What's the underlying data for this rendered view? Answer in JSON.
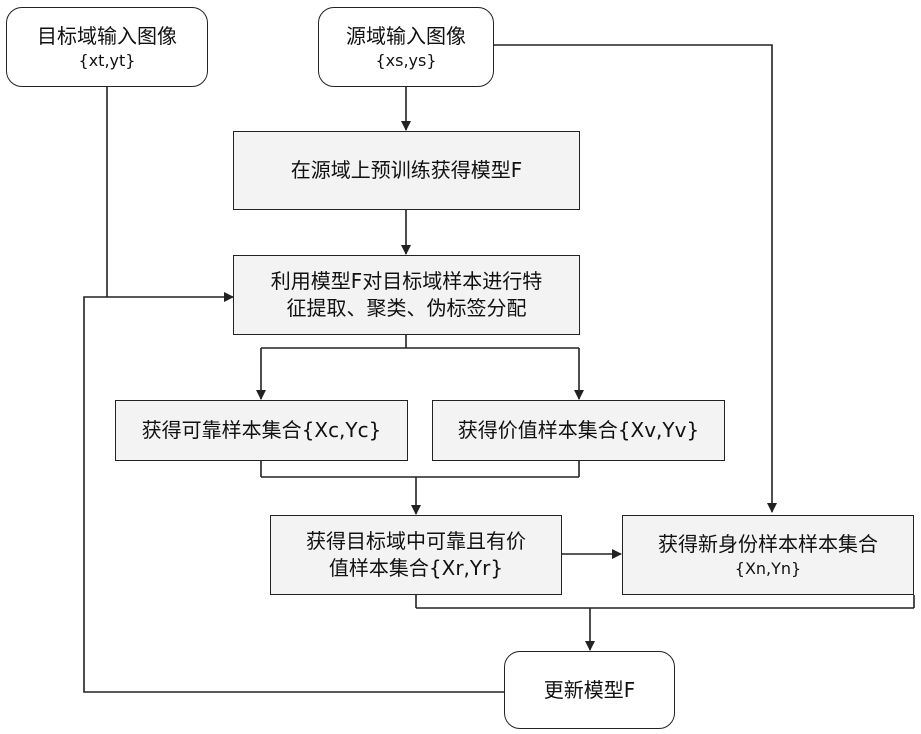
{
  "nodes": {
    "target_input": {
      "title": "目标域输入图像",
      "sub": "{xt,yt}"
    },
    "source_input": {
      "title": "源域输入图像",
      "sub": "{xs,ys}"
    },
    "pretrain": {
      "line1": "在源域上预训练获得模型F"
    },
    "extract": {
      "line1": "利用模型F对目标域样本进行特",
      "line2": "征提取、聚类、伪标签分配"
    },
    "reliable": {
      "line1": "获得可靠样本集合{Xc,Yc}"
    },
    "valuable": {
      "line1": "获得价值样本集合{Xv,Yv}"
    },
    "reliable_valuable": {
      "line1": "获得目标域中可靠且有价",
      "line2": "值样本集合{Xr,Yr}"
    },
    "new_identity": {
      "line1": "获得新身份样本样本集合",
      "line2": "{Xn,Yn}"
    },
    "update": {
      "line1": "更新模型F"
    }
  }
}
